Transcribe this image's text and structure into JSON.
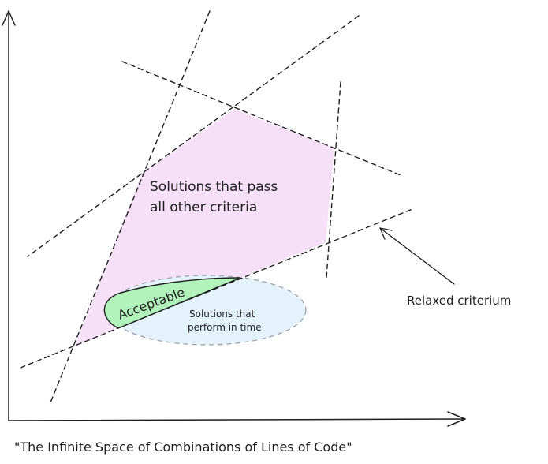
{
  "labels": {
    "pass_line1": "Solutions that pass",
    "pass_line2": "all other criteria",
    "acceptable": "Acceptable",
    "perform_line1": "Solutions that",
    "perform_line2": "perform in time",
    "relaxed": "Relaxed criterium",
    "x_axis_caption": "\"The Infinite Space of Combinations of Lines of Code\""
  },
  "colors": {
    "pass_region": "#f6e0f8",
    "acceptable_region": "#b2f2bb",
    "perform_region": "#e3f2fb",
    "perform_outline": "#9aa0a6",
    "ink": "#1e1e1e"
  }
}
